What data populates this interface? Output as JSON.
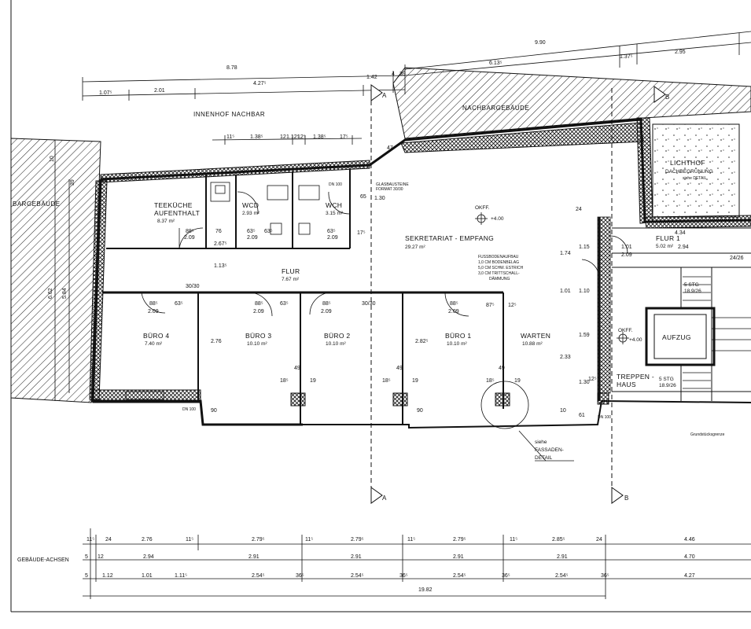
{
  "labels": {
    "innenhof": "INNENHOF NACHBAR",
    "nachbargebaeude": "NACHBARGEBÄUDE",
    "bargebaeude": "BARGEBÄUDE",
    "lichthof": "LICHTHOF",
    "lichthof_sub": "DACHBEGRÜNUNG",
    "lichthof_note": "siehe DETAIL",
    "glasbausteine_1": "GLASBAUSTEINE",
    "glasbausteine_2": "FORMAT 30/30",
    "section_a": "A",
    "section_b": "B",
    "okff_1": "OKFF.",
    "okff_1_val": "+4.00",
    "okff_2": "OKFF.",
    "okff_2_val": "+4.00",
    "fassade_1": "siehe",
    "fassade_2": "FASSADEN-",
    "fassade_3": "DETAIL",
    "grundstuecksgrenze": "Grundstücksgrenze",
    "gebaeude_achsen": "GEBÄUDE-ACHSEN",
    "dn100_1": "DN 100",
    "dn100_2": "DN 100",
    "dn100_3": "DN 100",
    "fussboden_title": "FUSSBODENAUFBAU",
    "fussboden_1": "1,0 CM  BODENBELAG",
    "fussboden_2": "5,0 CM  SCHW. ESTRICH",
    "fussboden_3": "3,0 CM  TRITTSCHALL-",
    "fussboden_4": "DÄMMUNG"
  },
  "rooms": {
    "teekueche_1": "TEEKÜCHE",
    "teekueche_2": "AUFENTHALT",
    "teekueche_area": "8.37 m²",
    "wcd": "WCD",
    "wcd_area": "2.93 m²",
    "wch": "WCH",
    "wch_area": "3.15 m²",
    "sekretariat": "SEKRETARIAT - EMPFANG",
    "sekretariat_area": "29.27 m²",
    "flur": "FLUR",
    "flur_area": "7.67 m²",
    "buero4": "BÜRO 4",
    "buero4_area": "7.40 m²",
    "buero3": "BÜRO 3",
    "buero3_area": "10.10 m²",
    "buero2": "BÜRO 2",
    "buero2_area": "10.10 m²",
    "buero1": "BÜRO 1",
    "buero1_area": "10.10 m²",
    "warten": "WARTEN",
    "warten_area": "10.88 m²",
    "flur1": "FLUR 1",
    "flur1_area": "5.02 m²",
    "aufzug": "AUFZUG",
    "treppenhaus_1": "TREPPEN -",
    "treppenhaus_2": "HAUS",
    "stg_1": "5 STG",
    "stg_1b": "18.9/26",
    "stg_2": "5 STG",
    "stg_2b": "18.9/26"
  },
  "top_dims": {
    "d990": "9.90",
    "d878": "8.78",
    "d6135": "6.13⁵",
    "d1375": "1.37⁵",
    "d295": "2.95",
    "d1075": "1.07⁵",
    "d201": "2.01",
    "d4275": "4.27⁵",
    "d142": "1.42",
    "d4": "4",
    "d39": "39",
    "d115": "11⁵",
    "d1385a": "1.38⁵",
    "d12": "12",
    "d1125": "1.12⁵",
    "d125": "12⁵",
    "d1385b": "1.38⁵",
    "d175": "17⁵"
  },
  "inner_dims": {
    "door_885_1": "88⁵",
    "door_209_1": "2.09",
    "d76": "76",
    "door_635_1": "63⁵",
    "door_635_2": "63⁵",
    "door_209_2": "2.09",
    "door_635_3": "63⁵",
    "door_209_3": "2.09",
    "d175b": "17⁵",
    "d2675": "2.67⁵",
    "d1135": "1.13⁵",
    "d130": "1.30",
    "d65": "65",
    "d47": "47",
    "d3030a": "30/30",
    "d3030b": "30/30",
    "b4_885": "88⁵",
    "b4_635": "63⁵",
    "b4_209": "2.09",
    "b3_885": "88⁵",
    "b3_209": "2.09",
    "b3_635": "63⁵",
    "b2_885": "88⁵",
    "b2_209": "2.09",
    "b1_885": "88⁵",
    "b1_209": "2.09",
    "b1_875": "87⁵",
    "d276": "2.76",
    "d2825": "2.82⁵",
    "d233": "2.33",
    "d159": "1.59",
    "d130b": "1.30",
    "d90a": "90",
    "d90b": "90",
    "d10": "10",
    "d61": "61",
    "d185a": "18⁵",
    "d49a": "49",
    "d19a": "19",
    "d185b": "18⁵",
    "d49b": "49",
    "d19b": "19",
    "d185c": "18⁵",
    "d49c": "49",
    "d19c": "19",
    "d24": "24",
    "d115b": "1.15",
    "d174": "1.74",
    "d101": "1.01",
    "d110": "1.10",
    "d434": "4.34",
    "d294": "2.94",
    "d2426": "24/26",
    "f1_101": "1.01",
    "f1_209": "2.09",
    "d125b": "12⁵",
    "d125c": "12⁵"
  },
  "left_dims": {
    "d662": "6.62",
    "d584": "5.84",
    "d10l": "10",
    "d39l": "39"
  },
  "bottom_row1": [
    "11⁵",
    "24",
    "2.76",
    "11⁵",
    "2.79⁵",
    "11⁵",
    "2.79⁵",
    "11⁵",
    "2.79⁵",
    "11⁵",
    "2.85⁵",
    "24",
    "4.46"
  ],
  "bottom_row2": [
    "5",
    "12",
    "2.94",
    "2.91",
    "2.91",
    "2.91",
    "2.91",
    "4.70"
  ],
  "bottom_row3": [
    "5",
    "1.12",
    "1.01",
    "1.11⁵",
    "2.54⁵",
    "36⁵",
    "2.54⁵",
    "36⁵",
    "2.54⁵",
    "36⁵",
    "2.54⁵",
    "36⁵",
    "4.27"
  ],
  "bottom_total": "19.82"
}
